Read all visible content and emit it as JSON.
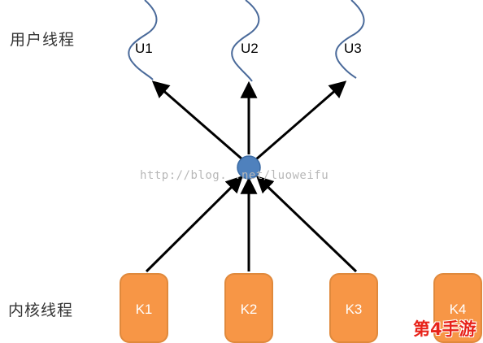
{
  "labels": {
    "user_threads": "用户线程",
    "kernel_threads": "内核线程"
  },
  "user_threads": [
    "U1",
    "U2",
    "U3"
  ],
  "kernel_threads": [
    "K1",
    "K2",
    "K3",
    "K4"
  ],
  "watermark": "http://blog.  .net/luoweifu",
  "badge": "第4手游",
  "colors": {
    "kernel_box": "#f79646",
    "node": "#4f81bd",
    "thread_wave": "#4a6a9a",
    "arrow": "#000000"
  }
}
